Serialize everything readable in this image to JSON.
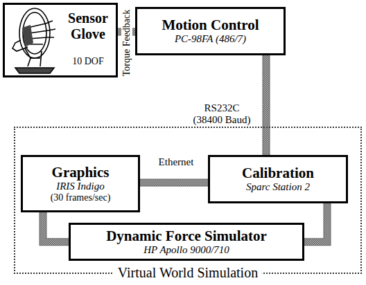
{
  "diagram": {
    "nodes": [
      {
        "text": [
          "Sensor Glove",
          "10 DOF"
        ]
      },
      {
        "text": [
          "Motion Control",
          "PC-98FA (486/7)"
        ]
      },
      {
        "text": [
          "Virtual World Simulation"
        ]
      },
      {
        "text": [
          "Graphics",
          "IRIS Indigo",
          "(30 frames/sec)"
        ],
        "in": 2
      },
      {
        "text": [
          "Calibration",
          "Sparc Station 2"
        ],
        "in": 2
      },
      {
        "text": [
          "Dynamic Force Simulator",
          "HP Apollo 9000/710"
        ],
        "in": 2
      }
    ],
    "edges": [
      {
        "from": 0,
        "to": 1,
        "label": "Torque Feedback",
        "arrow": "none"
      },
      {
        "from": 1,
        "to": 4,
        "label": "RS232C (38400 Baud)",
        "arrow": "none"
      },
      {
        "from": 3,
        "to": 4,
        "label": "Ethernet",
        "arrow": "none"
      },
      {
        "from": 4,
        "to": 5,
        "arrow": "none"
      },
      {
        "from": 5,
        "to": 3,
        "arrow": "none"
      }
    ]
  }
}
